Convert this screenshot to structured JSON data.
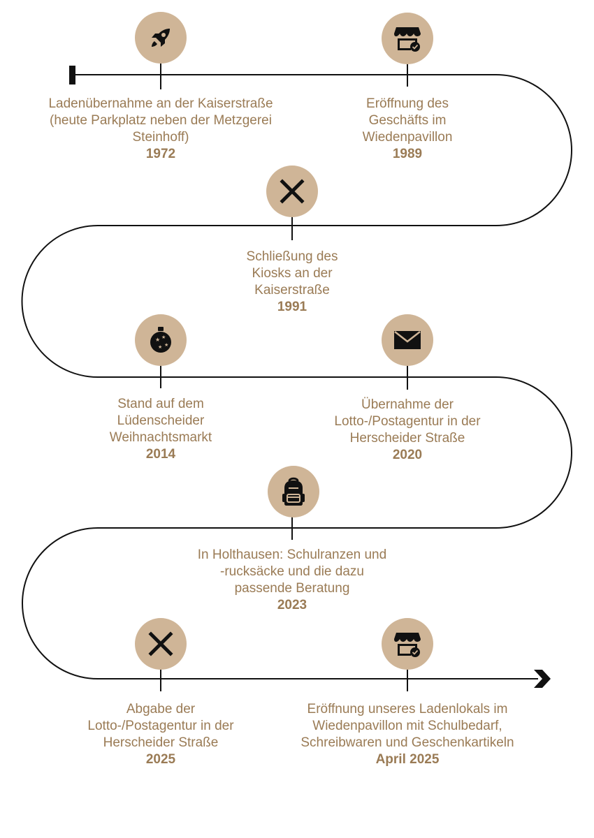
{
  "colors": {
    "accent": "#9a7b55",
    "circle": "#cfb597",
    "line": "#111111",
    "icon": "#111111"
  },
  "milestones": [
    {
      "icon": "rocket-icon",
      "text": "Ladenübernahme an der Kaiserstraße (heute Parkplatz neben der Metzgerei Steinhoff)",
      "year": "1972"
    },
    {
      "icon": "shop-icon",
      "text": "Eröffnung des Geschäfts im Wiedenpavillon",
      "year": "1989"
    },
    {
      "icon": "close-x-icon",
      "text": "Schließung des Kiosks an der Kaiserstraße",
      "year": "1991"
    },
    {
      "icon": "ornament-icon",
      "text": "Stand auf dem Lüdenscheider Weihnachtsmarkt",
      "year": "2014"
    },
    {
      "icon": "envelope-icon",
      "text": "Übernahme der Lotto-/Postagentur in der Herscheider Straße",
      "year": "2020"
    },
    {
      "icon": "backpack-icon",
      "text": "In Holthausen: Schulranzen und -rucksäcke und die dazu passende Beratung",
      "year": "2023"
    },
    {
      "icon": "close-x-icon",
      "text": "Abgabe der Lotto-/Postagentur in der Herscheider Straße",
      "year": "2025"
    },
    {
      "icon": "shop-icon",
      "text": "Eröffnung unseres Ladenlokals im Wiedenpavillon mit Schulbedarf, Schreibwaren und Geschenkartikeln",
      "year": "April 2025"
    }
  ]
}
